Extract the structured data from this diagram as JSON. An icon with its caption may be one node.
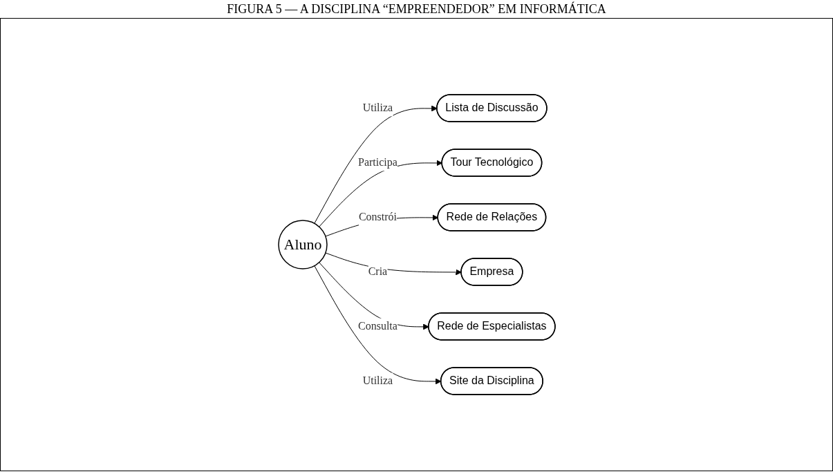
{
  "diagram": {
    "title": "FIGURA 5 — A DISCIPLINA “EMPREENDEDOR” EM INFORMÁTICA",
    "nodes": [
      {
        "text": [
          "Aluno"
        ]
      },
      {
        "text": [
          "Lista de Discussão"
        ]
      },
      {
        "text": [
          "Tour Tecnológico"
        ]
      },
      {
        "text": [
          "Rede de Relações"
        ]
      },
      {
        "text": [
          "Empresa"
        ]
      },
      {
        "text": [
          "Rede de Especialistas"
        ]
      },
      {
        "text": [
          "Site da Disciplina"
        ]
      }
    ],
    "edges": [
      {
        "from": 0,
        "to": 1,
        "label": "Utiliza",
        "arrow": "to"
      },
      {
        "from": 0,
        "to": 2,
        "label": "Participa",
        "arrow": "to"
      },
      {
        "from": 0,
        "to": 3,
        "label": "Constrói",
        "arrow": "to"
      },
      {
        "from": 0,
        "to": 4,
        "label": "Cria",
        "arrow": "to"
      },
      {
        "from": 0,
        "to": 5,
        "label": "Consulta",
        "arrow": "to"
      },
      {
        "from": 0,
        "to": 6,
        "label": "Utiliza",
        "arrow": "to"
      }
    ]
  }
}
